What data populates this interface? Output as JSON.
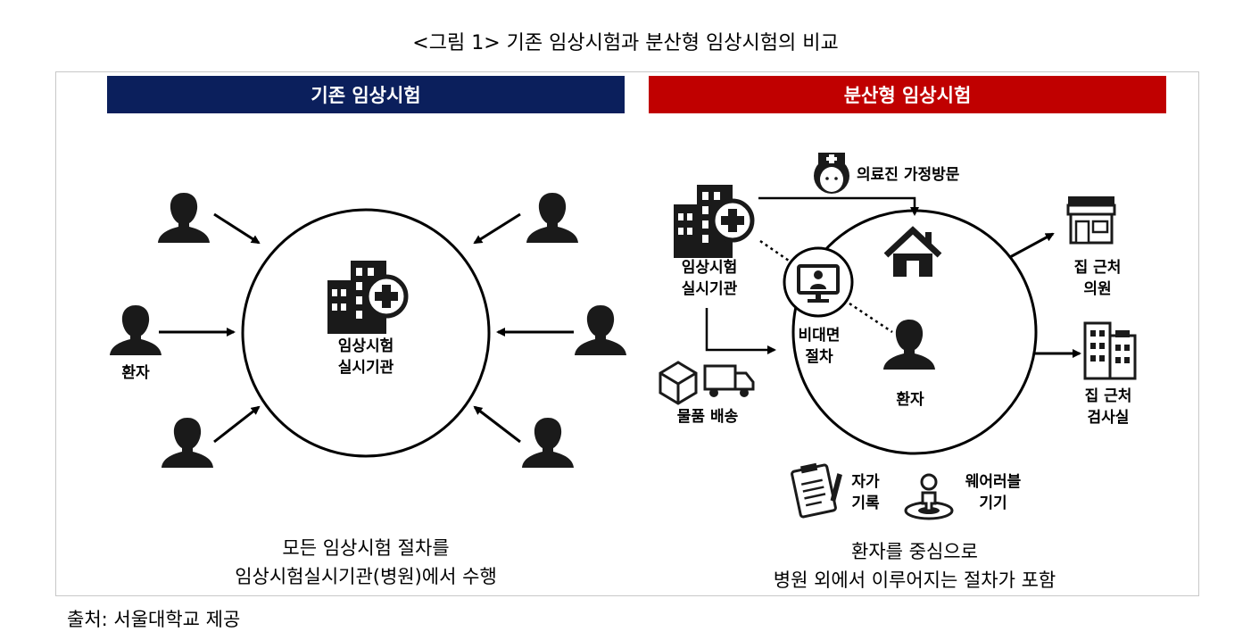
{
  "figure_title": "<그림 1> 기존 임상시험과 분산형 임상시험의 비교",
  "left_panel": {
    "header": "기존 임상시험",
    "center_label": "임상시험\n실시기관",
    "patient_label": "환자",
    "caption": "모든 임상시험 절차를\n임상시험실시기관(병원)에서 수행"
  },
  "right_panel": {
    "header": "분산형 임상시험",
    "institution_label": "임상시험\n실시기관",
    "home_visit_label": "의료진 가정방문",
    "remote_label": "비대면\n절차",
    "patient_label": "환자",
    "delivery_label": "물품 배송",
    "clinic_label": "집 근처\n의원",
    "lab_label": "집 근처\n검사실",
    "self_record_label": "자가\n기록",
    "wearable_label": "웨어러블\n기기",
    "caption": "환자를 중심으로\n병원 외에서 이루어지는 절차가 포함"
  },
  "source": "출처: 서울대학교 제공",
  "colors": {
    "left_header": "#0b1f5c",
    "right_header": "#c00000"
  }
}
